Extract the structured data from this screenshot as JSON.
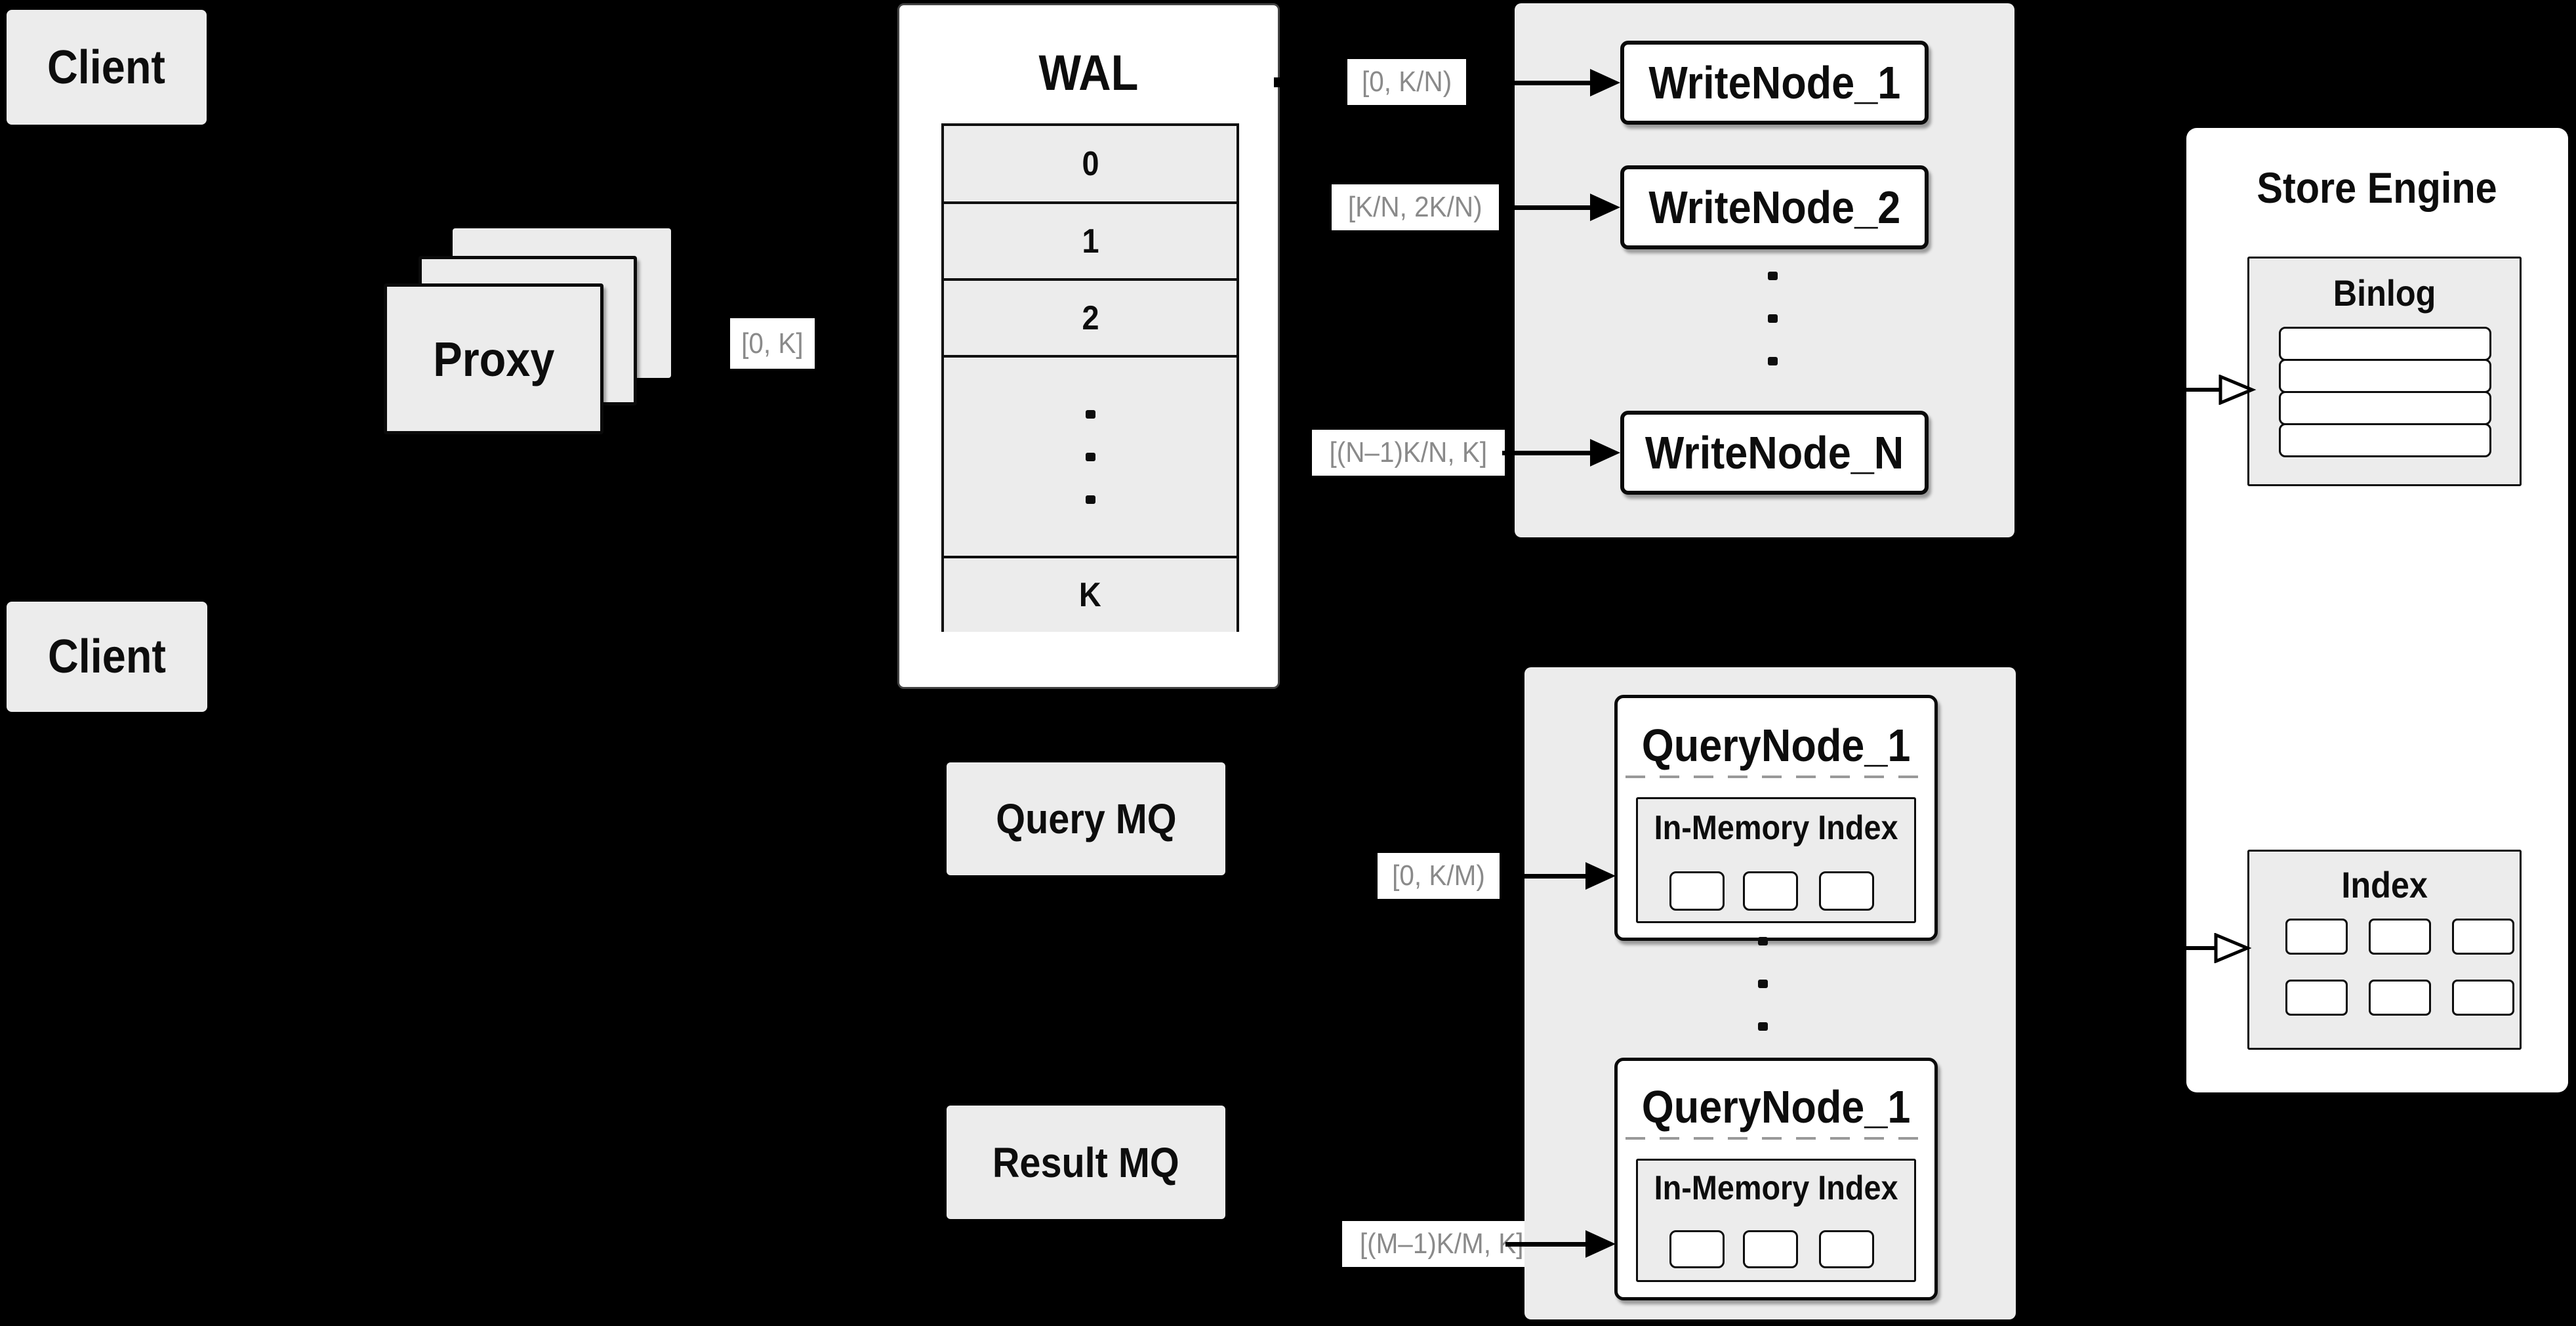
{
  "nodes": {
    "client_top": "Client",
    "client_bottom": "Client",
    "proxy": "Proxy",
    "query_mq": "Query MQ",
    "result_mq": "Result MQ"
  },
  "wal": {
    "title": "WAL",
    "rows": [
      "0",
      "1",
      "2"
    ],
    "tail_row": "K"
  },
  "edge_labels": {
    "proxy_wal": "[0, K]",
    "write1": "[0, K/N)",
    "write2": "[K/N, 2K/N)",
    "writeN": "[(N–1)K/N, K]",
    "query1": "[0, K/M)",
    "query2": "[(M–1)K/M, K]"
  },
  "write_nodes": {
    "node1": "WriteNode_1",
    "node2": "WriteNode_2",
    "nodeN": "WriteNode_N"
  },
  "query_nodes": {
    "node1_title": "QueryNode_1",
    "node2_title": "QueryNode_1",
    "inmem1": "In-Memory Index",
    "inmem2": "In-Memory Index"
  },
  "store_engine": {
    "title": "Store Engine",
    "binlog_title": "Binlog",
    "index_title": "Index"
  },
  "colors": {
    "background": "#000000",
    "node_fill": "#ececec",
    "node_white": "#ffffff",
    "ink": "#0d0d0d",
    "edge_label_text": "#8a8a8a",
    "wal_border": "#444444",
    "divider": "#999999"
  }
}
